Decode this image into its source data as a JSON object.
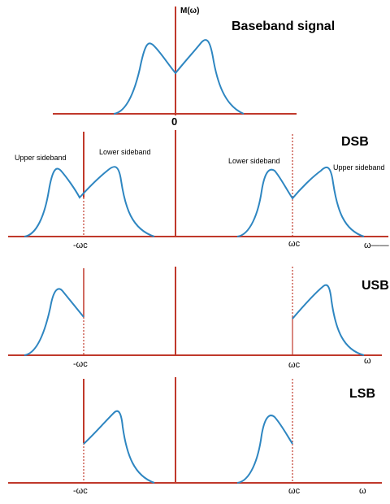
{
  "colors": {
    "axis": "#c0392b",
    "curve": "#2e86c1",
    "dashed": "#c0392b"
  },
  "panels": {
    "baseband": {
      "title": "Baseband signal",
      "ylabel": "M(ω)",
      "origin_label": "0"
    },
    "dsb": {
      "title": "DSB",
      "left_upper": "Upper sideband",
      "left_lower": "Lower sideband",
      "right_lower": "Lower sideband",
      "right_upper": "Upper sideband",
      "neg_carrier": "-ωc",
      "pos_carrier": "ωc",
      "freq": "ω——"
    },
    "usb": {
      "title": "USB",
      "neg_carrier": "-ωc",
      "pos_carrier": "ωc",
      "freq": "ω"
    },
    "lsb": {
      "title": "LSB",
      "neg_carrier": "-ωc",
      "pos_carrier": "ωc",
      "freq": "ω"
    }
  }
}
